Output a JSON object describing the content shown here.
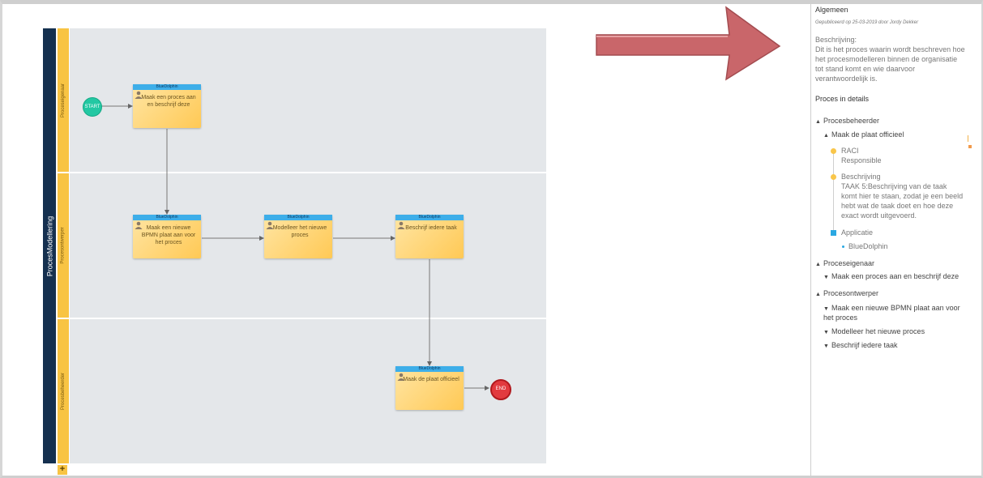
{
  "diagram": {
    "pool_title": "ProcesModellering",
    "lanes": [
      "Proceseigenaar",
      "Procesontwerper",
      "Procesbeheerder"
    ],
    "add_lane_label": "+",
    "start_label": "START",
    "end_label": "END",
    "tasks": [
      {
        "header": "BlueDolphin",
        "text": "Maak een proces aan en beschrijf deze"
      },
      {
        "header": "BlueDolphin",
        "text": "Maak een nieuwe BPMN plaat aan voor het proces"
      },
      {
        "header": "BlueDolphin",
        "text": "Modelleer het nieuwe proces"
      },
      {
        "header": "BlueDolphin",
        "text": "Beschrijf iedere taak"
      },
      {
        "header": "BlueDolphin",
        "text": "Maak de plaat officieel"
      }
    ]
  },
  "panel": {
    "title": "Algemeen",
    "published": "Gepubliceerd op 25-03-2019 door Jordy Dekker",
    "description_label": "Beschrijving:",
    "description_lines": [
      "Dit is het proces waarin wordt beschreven hoe",
      "het procesmodelleren binnen de organisatie",
      "tot stand komt en wie daarvoor",
      "verantwoordelijk is."
    ],
    "details_heading": "Proces in details",
    "groups": [
      {
        "label": "Procesbeheerder"
      },
      {
        "label": "Proceseigenaar"
      },
      {
        "label": "Procesontwerper"
      }
    ],
    "expanded_task": "Maak de plaat officieel",
    "raci_label": "RACI",
    "raci_value": "Responsible",
    "task_desc_label": "Beschrijving",
    "task_desc_lines": [
      "TAAK 5:Beschrijving van de taak",
      "komt hier te staan, zodat je een beeld",
      "hebt wat de taak doet en hoe deze",
      "exact wordt uitgevoerd."
    ],
    "app_label": "Applicatie",
    "app_value": "BlueDolphin",
    "eigenaar_task": "Maak een proces aan en beschrijf deze",
    "ontwerper_tasks_line1": "Maak een nieuwe BPMN plaat aan voor",
    "ontwerper_tasks_line1b": "het proces",
    "ontwerper_task2": "Modelleer het nieuwe proces",
    "ontwerper_task3": "Beschrijf iedere taak"
  },
  "colors": {
    "pool": "#15304f",
    "lane": "#f8c443",
    "task_header": "#3daee9",
    "start": "#23c8a3",
    "end": "#e23a3f",
    "arrow": "#c9666a"
  },
  "icons": [
    "user-icon",
    "caret-up-icon",
    "caret-down-icon",
    "arrow-annotation"
  ]
}
